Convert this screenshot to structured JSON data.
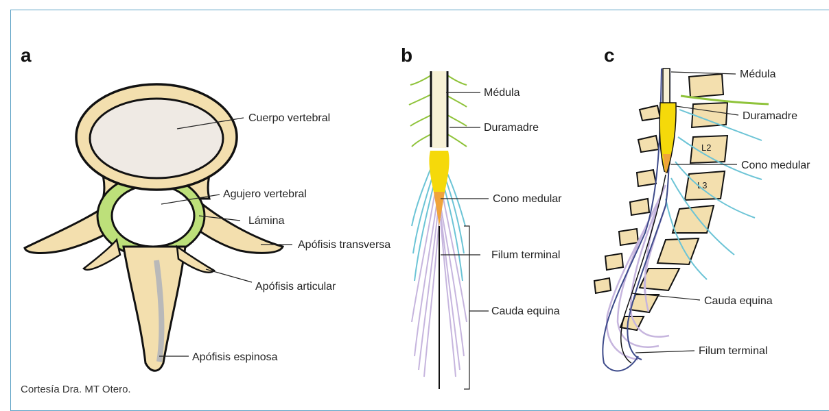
{
  "panels": {
    "a": {
      "letter": "a",
      "labels": {
        "cuerpo": "Cuerpo vertebral",
        "agujero": "Agujero vertebral",
        "lamina": "Lámina",
        "transversa": "Apófisis transversa",
        "articular": "Apófisis articular",
        "espinosa": "Apófisis espinosa"
      }
    },
    "b": {
      "letter": "b",
      "labels": {
        "medula": "Médula",
        "duramadre": "Duramadre",
        "cono": "Cono medular",
        "filum": "Filum terminal",
        "cauda": "Cauda equina"
      }
    },
    "c": {
      "letter": "c",
      "labels": {
        "medula": "Médula",
        "duramadre": "Duramadre",
        "cono": "Cono medular",
        "cauda": "Cauda equina",
        "filum": "Filum terminal"
      },
      "vertebra_labels": {
        "l2": "L2",
        "l3": "L3"
      }
    }
  },
  "caption": "Cortesía Dra. MT Otero.",
  "colors": {
    "bone": "#f3dfae",
    "bone_shadow": "#b9b9b9",
    "lamina_green": "#bde07a",
    "cord_yellow": "#f5d90a",
    "cono_orange": "#f0a43c",
    "nerve_green": "#8fc33a",
    "nerve_blue": "#6cc4d6",
    "cauda_lilac": "#c6b5de",
    "frame_blue": "#5aa0c4"
  }
}
